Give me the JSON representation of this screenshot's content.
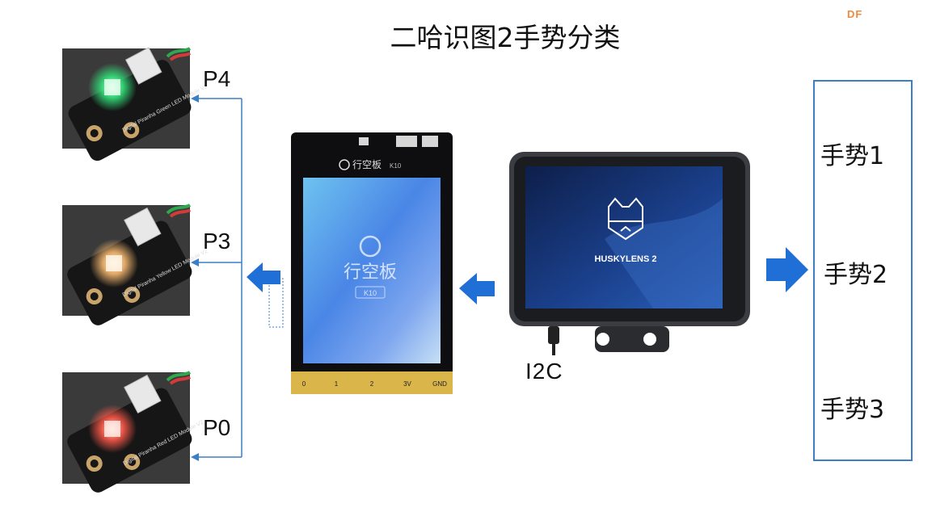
{
  "title": "二哈识图2手势分类",
  "brand": "DF",
  "ports": [
    "P4",
    "P3",
    "P0"
  ],
  "interface": "I2C",
  "gestures": [
    "手势1",
    "手势2",
    "手势3"
  ],
  "board": {
    "top_brand": "行空板",
    "top_model": "K10",
    "screen_brand": "行空板",
    "screen_model": "K10",
    "pins": [
      "0",
      "1",
      "2",
      "3V",
      "GND"
    ]
  },
  "camera": {
    "label": "HUSKYLENS 2"
  },
  "leds": [
    {
      "color": "#33e07a",
      "label": "Digital Piranha Green LED Module V2"
    },
    {
      "color": "#f5b870",
      "label": "Digital Piranha Yellow LED Module V2"
    },
    {
      "color": "#ff5a4a",
      "label": "Digital Piranha Red LED Module V2"
    }
  ],
  "colors": {
    "arrow": "#1f6fd6",
    "wire": "#3d7fc7",
    "gesture_box": "#3d7fc7",
    "brand": "#f08a3c"
  }
}
